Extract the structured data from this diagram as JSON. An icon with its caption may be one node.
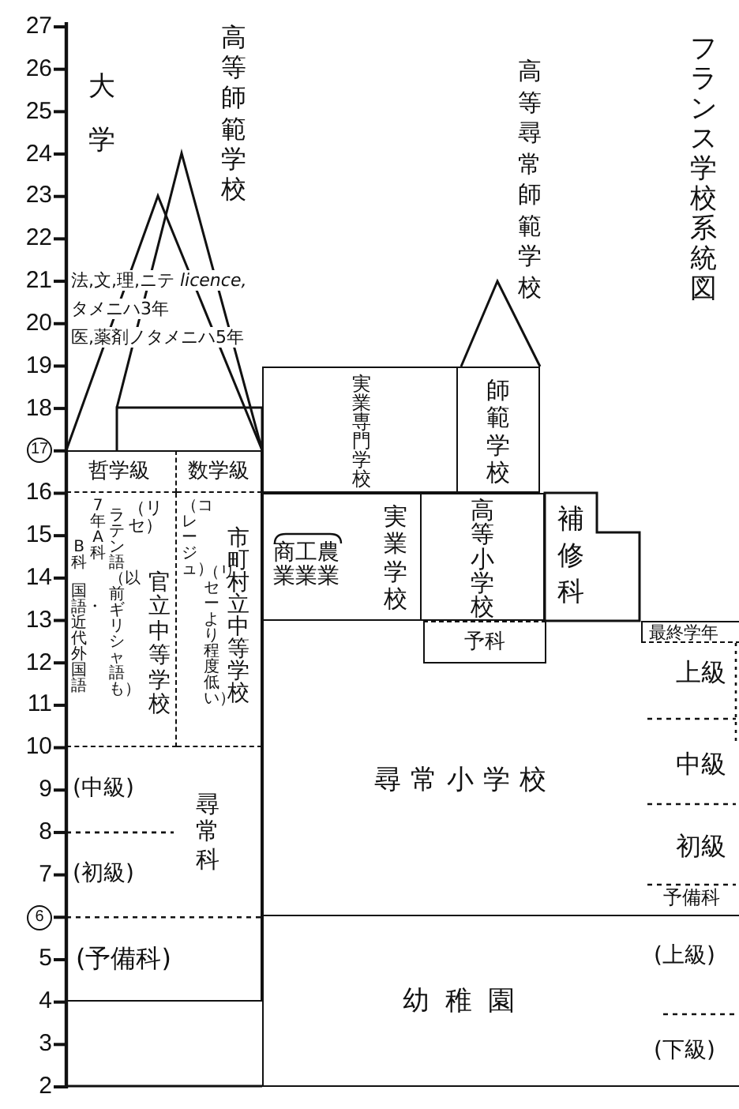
{
  "diagram": {
    "title": "フランス学校系統図",
    "nodes": [
      {
        "text": [
          "大学"
        ]
      },
      {
        "text": [
          "高等師範学校"
        ]
      },
      {
        "text": [
          "実業専門学校"
        ]
      },
      {
        "text": [
          "高等尋常師範学校"
        ]
      },
      {
        "text": [
          "師範学校"
        ]
      },
      {
        "text": [
          "哲学級"
        ]
      },
      {
        "text": [
          "数学級"
        ]
      },
      {
        "text": [
          "B科",
          "国語・近代外国語",
          "7年A科",
          "ラテン語（以前ギリシャ語も）",
          "（リセ）",
          "官立中等学校"
        ]
      },
      {
        "text": [
          "（コレージュ）",
          "（リセーより程度低い）",
          "市町村立中等学校"
        ]
      },
      {
        "text": [
          "尋常科"
        ]
      },
      {
        "text": [
          "商工農業業業",
          "実業学校"
        ]
      },
      {
        "text": [
          "高等小学校"
        ]
      },
      {
        "text": [
          "予科"
        ],
        "in": 14
      },
      {
        "text": [
          "補修科"
        ]
      },
      {
        "text": [
          "尋常小学校"
        ]
      },
      {
        "text": [
          "幼稚園"
        ]
      },
      {
        "text": [
          "最終学年"
        ],
        "in": 14
      }
    ],
    "labels": [
      "27",
      "26",
      "25",
      "24",
      "23",
      "22",
      "21",
      "20",
      "19",
      "18",
      "17",
      "16",
      "15",
      "14",
      "13",
      "12",
      "11",
      "10",
      "9",
      "8",
      "7",
      "6",
      "5",
      "4",
      "3",
      "2",
      "法,文,理,ニテ *licence,*",
      "タメニハ3年",
      "医,薬剤ノタメニハ5年",
      "(中級)",
      "(初級)",
      "(予備科)",
      "上級",
      "中級",
      "初級",
      "予備科",
      "(上級)",
      "(下級)"
    ]
  }
}
